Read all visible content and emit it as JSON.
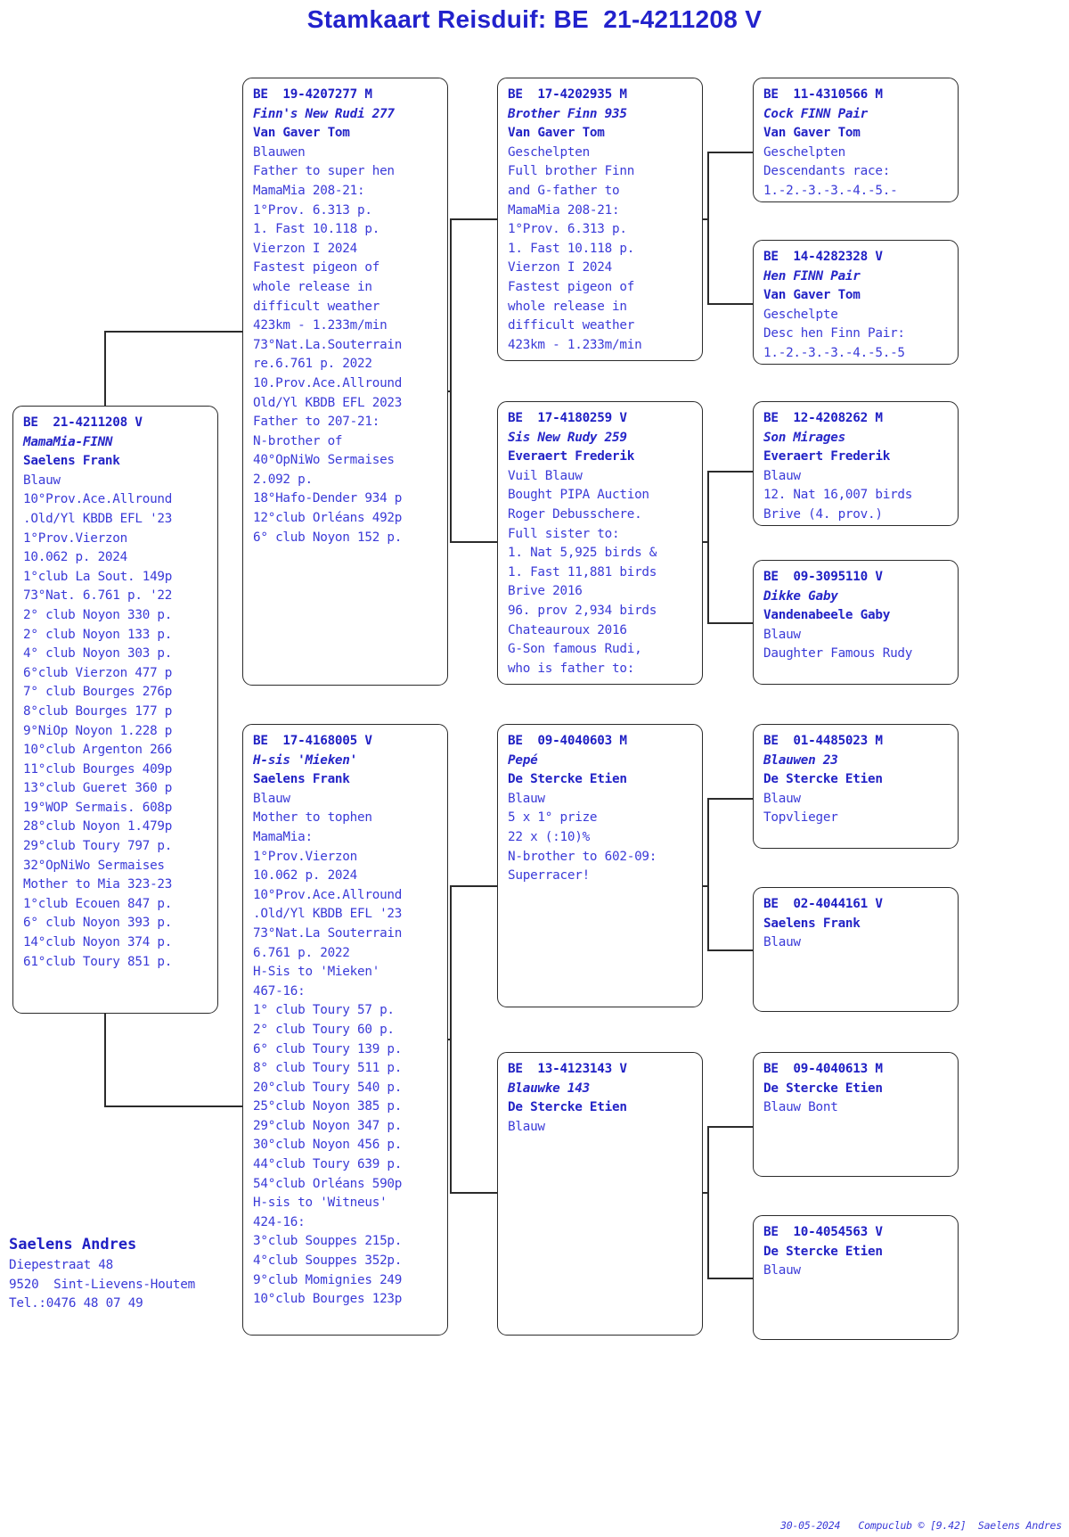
{
  "title": "Stamkaart Reisduif: BE  21-4211208 V",
  "colors": {
    "text": "#3a3ad8",
    "heading": "#2222cc",
    "border": "#2b2b2b",
    "background": "#ffffff"
  },
  "subject": {
    "ring": "BE  21-4211208 V",
    "nickname": "MamaMia-FINN",
    "owner": "Saelens Frank",
    "lines": [
      "Blauw",
      "10°Prov.Ace.Allround",
      ".Old/Yl KBDB EFL '23",
      "1°Prov.Vierzon",
      "10.062 p. 2024",
      "1°club La Sout. 149p",
      "73°Nat. 6.761 p. '22",
      "2° club Noyon 330 p.",
      "2° club Noyon 133 p.",
      "4° club Noyon 303 p.",
      "6°club Vierzon 477 p",
      "7° club Bourges 276p",
      "8°club Bourges 177 p",
      "9°NiOp Noyon 1.228 p",
      "10°club Argenton 266",
      "11°club Bourges 409p",
      "13°club Gueret 360 p",
      "19°WOP Sermais. 608p",
      "28°club Noyon 1.479p",
      "29°club Toury 797 p.",
      "32°OpNiWo Sermaises",
      "Mother to Mia 323-23",
      "1°club Ecouen 847 p.",
      "6° club Noyon 393 p.",
      "14°club Noyon 374 p.",
      "61°club Toury 851 p."
    ]
  },
  "father": {
    "ring": "BE  19-4207277 M",
    "nickname": "Finn's New Rudi 277",
    "owner": "Van Gaver Tom",
    "lines": [
      "Blauwen",
      "Father to super hen",
      "MamaMia 208-21:",
      "1°Prov. 6.313 p.",
      "1. Fast 10.118 p.",
      "Vierzon I 2024",
      "Fastest pigeon of",
      "whole release in",
      "difficult weather",
      "423km - 1.233m/min",
      "73°Nat.La.Souterrain",
      "re.6.761 p. 2022",
      "10.Prov.Ace.Allround",
      "Old/Yl KBDB EFL 2023",
      "Father to 207-21:",
      "N-brother of",
      "40°OpNiWo Sermaises",
      "2.092 p.",
      "18°Hafo-Dender 934 p",
      "12°club Orléans 492p",
      "6° club Noyon 152 p."
    ]
  },
  "mother": {
    "ring": "BE  17-4168005 V",
    "nickname": "H-sis 'Mieken'",
    "owner": "Saelens Frank",
    "lines": [
      "Blauw",
      "Mother to tophen",
      "MamaMia:",
      "1°Prov.Vierzon",
      "10.062 p. 2024",
      "10°Prov.Ace.Allround",
      ".Old/Yl KBDB EFL '23",
      "73°Nat.La Souterrain",
      "6.761 p. 2022",
      "H-Sis to 'Mieken'",
      "467-16:",
      "1° club Toury 57 p.",
      "2° club Toury 60 p.",
      "6° club Toury 139 p.",
      "8° club Toury 511 p.",
      "20°club Toury 540 p.",
      "25°club Noyon 385 p.",
      "29°club Noyon 347 p.",
      "30°club Noyon 456 p.",
      "44°club Toury 639 p.",
      "54°club Orléans 590p",
      "H-sis to 'Witneus'",
      "424-16:",
      "3°club Souppes 215p.",
      "4°club Souppes 352p.",
      "9°club Momignies 249",
      "10°club Bourges 123p"
    ]
  },
  "gp_ff": {
    "ring": "BE  17-4202935 M",
    "nickname": "Brother Finn 935",
    "owner": "Van Gaver Tom",
    "lines": [
      "Geschelpten",
      "Full brother Finn",
      "and G-father to",
      "MamaMia 208-21:",
      "1°Prov. 6.313 p.",
      "1. Fast 10.118 p.",
      "Vierzon I 2024",
      "Fastest pigeon of",
      "whole release in",
      "difficult weather",
      "423km - 1.233m/min"
    ]
  },
  "gp_fm": {
    "ring": "BE  17-4180259 V",
    "nickname": "Sis New Rudy 259",
    "owner": "Everaert Frederik",
    "lines": [
      "Vuil Blauw",
      "Bought PIPA Auction",
      "Roger Debusschere.",
      "Full sister to:",
      "1. Nat 5,925 birds &",
      "1. Fast 11,881 birds",
      "Brive 2016",
      "96. prov 2,934 birds",
      "Chateauroux 2016",
      "G-Son famous Rudi,",
      "who is father to:"
    ]
  },
  "gp_mf": {
    "ring": "BE  09-4040603 M",
    "nickname": "Pepé",
    "owner": "De Stercke Etien",
    "lines": [
      "Blauw",
      "5 x 1° prize",
      "22 x (:10)%",
      "N-brother to 602-09:",
      "Superracer!"
    ]
  },
  "gp_mm": {
    "ring": "BE  13-4123143 V",
    "nickname": "Blauwke 143",
    "owner": "De Stercke Etien",
    "lines": [
      "Blauw"
    ]
  },
  "ggp_1": {
    "ring": "BE  11-4310566 M",
    "nickname": "Cock FINN Pair",
    "owner": "Van Gaver Tom",
    "lines": [
      "Geschelpten",
      "Descendants race:",
      "1.-2.-3.-3.-4.-5.-"
    ]
  },
  "ggp_2": {
    "ring": "BE  14-4282328 V",
    "nickname": "Hen FINN Pair",
    "owner": "Van Gaver Tom",
    "lines": [
      "Geschelpte",
      "Desc hen Finn Pair:",
      "1.-2.-3.-3.-4.-5.-5"
    ]
  },
  "ggp_3": {
    "ring": "BE  12-4208262 M",
    "nickname": "Son Mirages",
    "owner": "Everaert Frederik",
    "lines": [
      "Blauw",
      "12. Nat 16,007 birds",
      "Brive (4. prov.)"
    ]
  },
  "ggp_4": {
    "ring": "BE  09-3095110 V",
    "nickname": "Dikke Gaby",
    "owner": "Vandenabeele Gaby",
    "lines": [
      "Blauw",
      "Daughter Famous Rudy"
    ]
  },
  "ggp_5": {
    "ring": "BE  01-4485023 M",
    "nickname": "Blauwen 23",
    "owner": "De Stercke Etien",
    "lines": [
      "Blauw",
      "Topvlieger"
    ]
  },
  "ggp_6": {
    "ring": "BE  02-4044161 V",
    "nickname": "",
    "owner": "Saelens Frank",
    "lines": [
      "Blauw"
    ]
  },
  "ggp_7": {
    "ring": "BE  09-4040613 M",
    "nickname": "",
    "owner": "De Stercke Etien",
    "lines": [
      "Blauw Bont"
    ]
  },
  "ggp_8": {
    "ring": "BE  10-4054563 V",
    "nickname": "",
    "owner": "De Stercke Etien",
    "lines": [
      "Blauw"
    ]
  },
  "address": {
    "name": "Saelens Andres",
    "street": "Diepestraat 48",
    "city": "9520  Sint-Lievens-Houtem",
    "phone": "Tel.:0476 48 07 49"
  },
  "footer": "30-05-2024   Compuclub © [9.42]  Saelens Andres"
}
